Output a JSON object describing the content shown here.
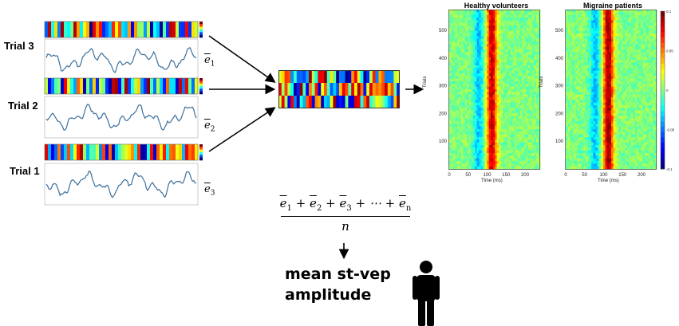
{
  "trials": [
    {
      "label": "Trial 3",
      "e_symbol": "e",
      "e_index": "1",
      "seed": 3
    },
    {
      "label": "Trial 2",
      "e_symbol": "e",
      "e_index": "2",
      "seed": 7
    },
    {
      "label": "Trial 1",
      "e_symbol": "e",
      "e_index": "3",
      "seed": 11
    }
  ],
  "heatmaps": [
    {
      "title": "Healthy volunteers",
      "ylabel": "Trials",
      "xlabel": "Time (ms)",
      "xticks": [
        "0",
        "50",
        "100",
        "150",
        "200"
      ],
      "yticks": [
        "100",
        "200",
        "300",
        "400",
        "500"
      ]
    },
    {
      "title": "Migraine patients",
      "ylabel": "Trials",
      "xlabel": "Time (ms)",
      "xticks": [
        "0",
        "50",
        "100",
        "150",
        "200"
      ],
      "yticks": [
        "100",
        "200",
        "300",
        "400",
        "500"
      ]
    }
  ],
  "colorbar": {
    "ticks": [
      "0.1",
      "0.05",
      "0",
      "-0.05",
      "-0.1"
    ]
  },
  "formula": {
    "e": "e",
    "i1": "1",
    "i2": "2",
    "i3": "3",
    "in": "n",
    "plus": "+",
    "dots": "⋯",
    "denominator": "n"
  },
  "result": {
    "line1": "mean st-vep",
    "line2": "amplitude"
  },
  "icons": {
    "person": "person-icon"
  },
  "colors": {
    "wave": "#3c6f9a",
    "arrow": "#000000"
  }
}
